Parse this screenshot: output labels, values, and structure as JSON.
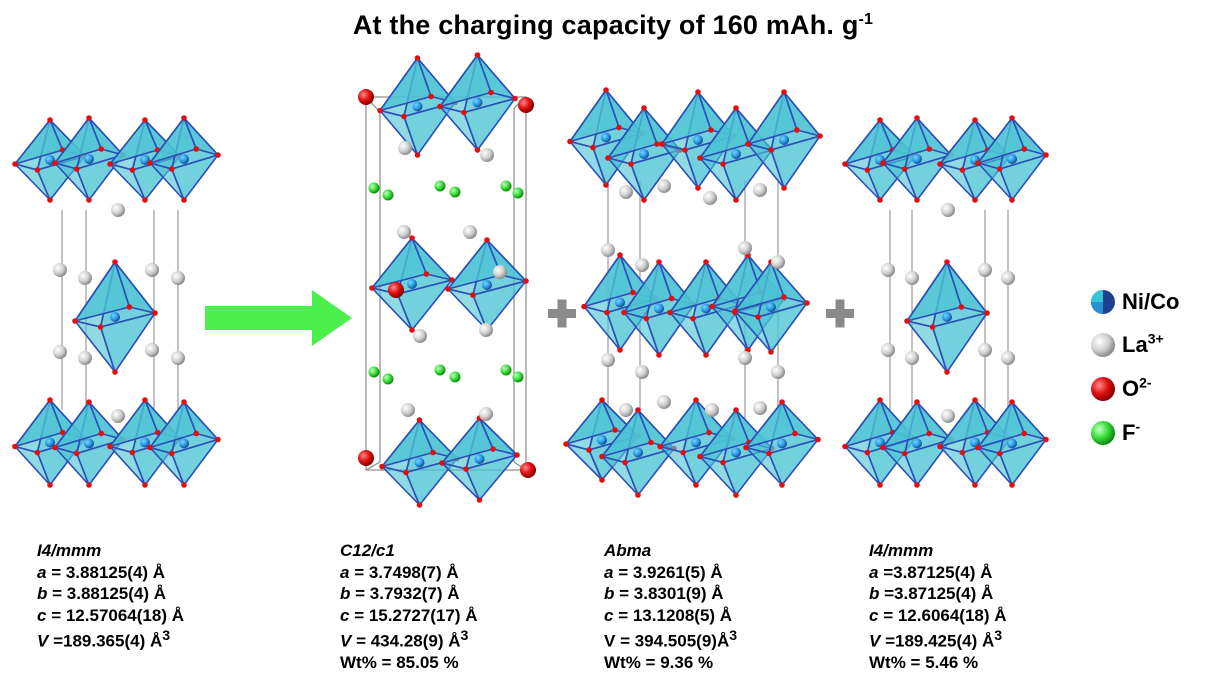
{
  "title": {
    "main": "At the charging capacity of 160 mAh. g",
    "superscript": "-1"
  },
  "structures": [
    {
      "space_group": "I4/mmm",
      "a": "= 3.88125(4) Å",
      "b": "= 3.88125(4) Å",
      "c": "= 12.57064(18) Å",
      "V": "=189.365(4) Å",
      "wt": ""
    },
    {
      "space_group": "C12/c1",
      "a": "= 3.7498(7) Å",
      "b": "= 3.7932(7) Å",
      "c": "= 15.2727(17) Å",
      "V": "= 434.28(9) Å",
      "wt": "Wt% = 85.05 %"
    },
    {
      "space_group": "Abma",
      "a": "= 3.9261(5) Å",
      "b": "= 3.8301(9) Å",
      "c": "= 13.1208(5) Å",
      "V": "= 394.505(9)Å",
      "wt": "Wt% = 9.36 %"
    },
    {
      "space_group": "I4/mmm",
      "a": "=3.87125(4) Å",
      "b": "=3.87125(4) Å",
      "c": "= 12.6064(18) Å",
      "V": "=189.425(4) Å",
      "wt": "Wt% = 5.46 %"
    }
  ],
  "legend": [
    {
      "label": "Ni/Co",
      "sup": "",
      "color": "#1f3f8f"
    },
    {
      "label": "La",
      "sup": "3+",
      "color": "#c8c8c8"
    },
    {
      "label": "O",
      "sup": "2-",
      "color": "#e01010"
    },
    {
      "label": "F",
      "sup": "-",
      "color": "#3adf3a"
    }
  ],
  "colors": {
    "octahedron_fill": "#4cc3d4",
    "octahedron_edge": "#2a4fb8",
    "arrow": "#4cf04c",
    "plus": "#8a8a8a",
    "cell_line": "#9a9a9a"
  },
  "symbols": {
    "arrow": "arrow-right",
    "plus_1": "plus-sign",
    "plus_2": "plus-sign"
  }
}
